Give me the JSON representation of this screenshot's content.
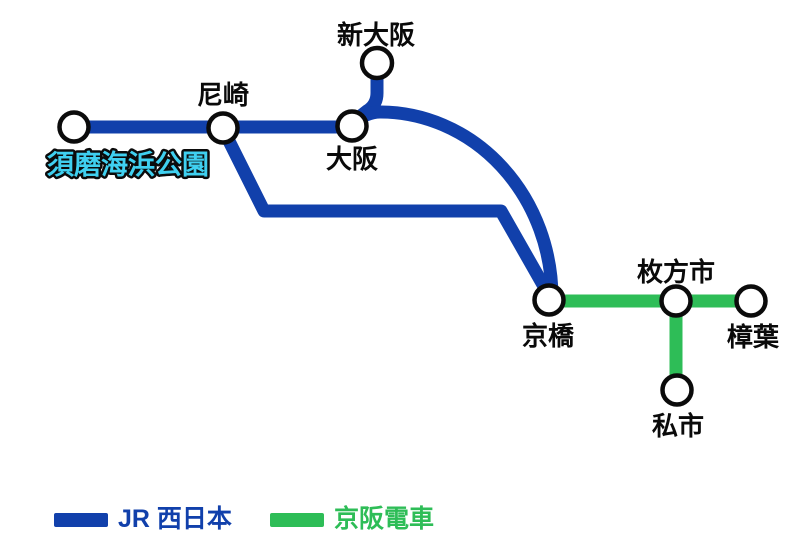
{
  "colors": {
    "jr_blue": "#1140ab",
    "keihan_green": "#2ebd57",
    "highlight_cyan": "#3fd0f0"
  },
  "stations": {
    "suma_kaihin_koen": "須磨海浜公園",
    "amagasaki": "尼崎",
    "osaka": "大阪",
    "shin_osaka": "新大阪",
    "kyobashi": "京橋",
    "hirakatashi": "枚方市",
    "kuzuha": "樟葉",
    "kisaichi": "私市"
  },
  "legend": {
    "jr_label": "JR 西日本",
    "keihan_label": "京阪電車"
  }
}
